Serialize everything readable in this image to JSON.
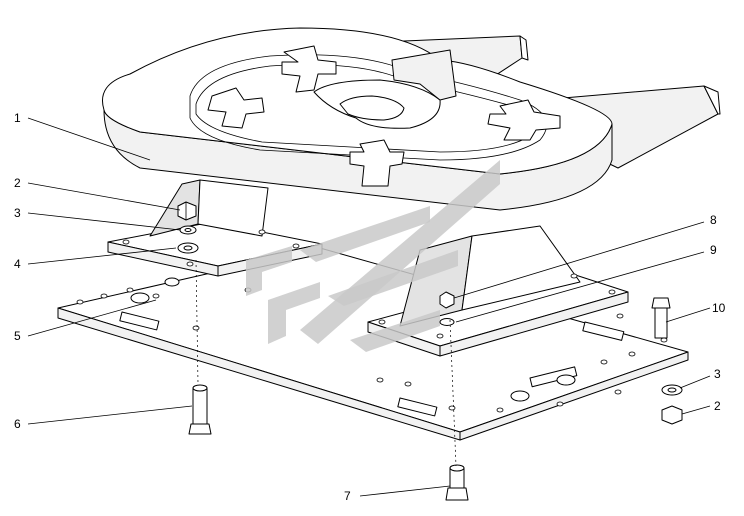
{
  "diagram": {
    "callouts": [
      {
        "id": "c1",
        "number": "1"
      },
      {
        "id": "c2a",
        "number": "2"
      },
      {
        "id": "c3a",
        "number": "3"
      },
      {
        "id": "c4",
        "number": "4"
      },
      {
        "id": "c5",
        "number": "5"
      },
      {
        "id": "c6",
        "number": "6"
      },
      {
        "id": "c7",
        "number": "7"
      },
      {
        "id": "c8",
        "number": "8"
      },
      {
        "id": "c9",
        "number": "9"
      },
      {
        "id": "c10",
        "number": "10"
      },
      {
        "id": "c3b",
        "number": "3"
      },
      {
        "id": "c2b",
        "number": "2"
      }
    ]
  }
}
